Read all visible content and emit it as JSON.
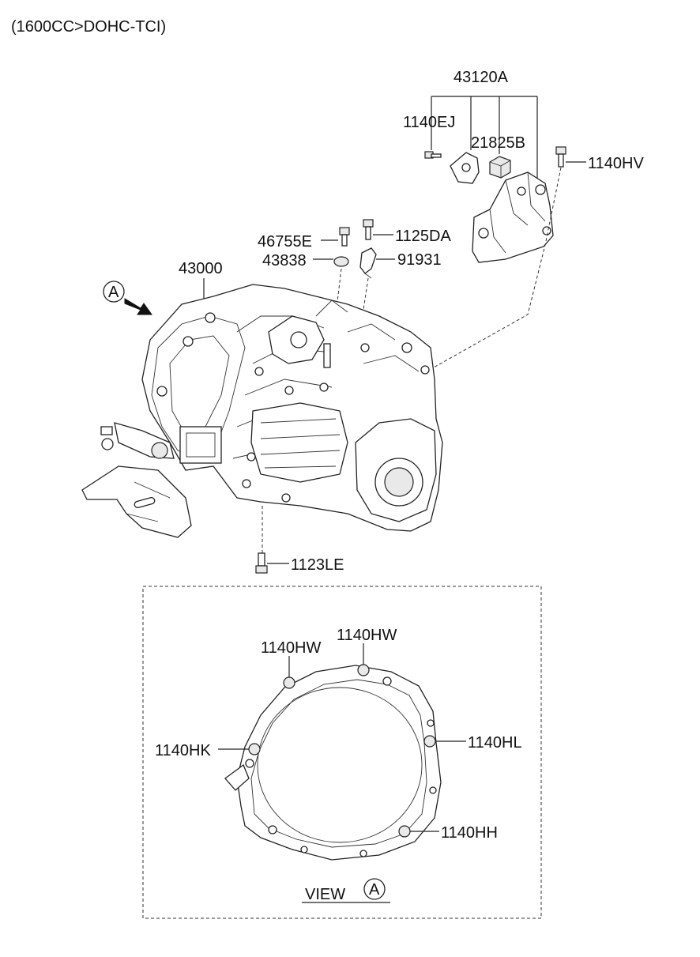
{
  "header": {
    "engine_note": "(1600CC>DOHC-TCI)"
  },
  "main_view": {
    "callouts": {
      "bracket_assembly": "43120A",
      "bolt_ej": "1140EJ",
      "bushing": "21825B",
      "bolt_hv": "1140HV",
      "bolt_46755e": "46755E",
      "washer_43838": "43838",
      "bolt_1125da": "1125DA",
      "bracket_91931": "91931",
      "transaxle": "43000",
      "bolt_1123le": "1123LE"
    },
    "view_marker": "A"
  },
  "view_a": {
    "title": "VIEW",
    "marker": "A",
    "callouts": {
      "hw_left": "1140HW",
      "hw_right": "1140HW",
      "hk": "1140HK",
      "hl": "1140HL",
      "hh": "1140HH"
    }
  }
}
